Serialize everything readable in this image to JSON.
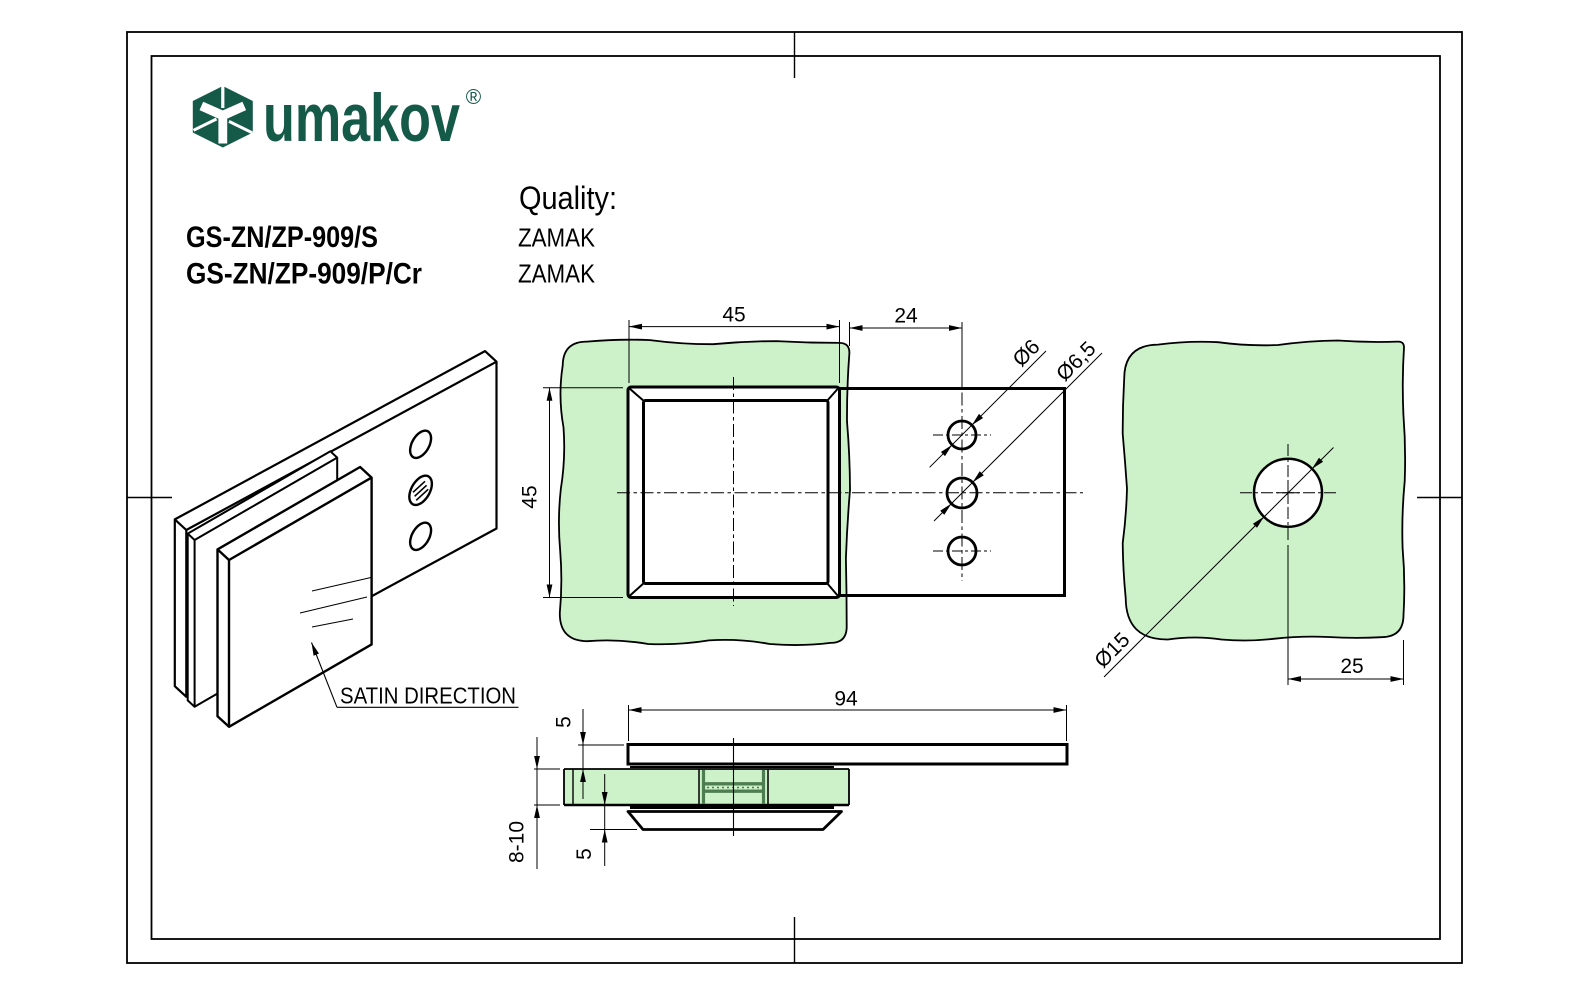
{
  "branding": {
    "logo_text": "umakov",
    "registered_mark": "®",
    "logo_color": "#155948"
  },
  "header": {
    "quality_label": "Quality:",
    "products": [
      {
        "code": "GS-ZN/ZP-909/S",
        "quality": "ZAMAK"
      },
      {
        "code": "GS-ZN/ZP-909/P/Cr",
        "quality": "ZAMAK"
      }
    ]
  },
  "drawing": {
    "colors": {
      "glass_green": "#cdf2c9",
      "detail_green": "#4f7d52",
      "line_color": "#000000"
    },
    "annotations": {
      "satin_direction": "SATIN DIRECTION"
    },
    "dimensions": {
      "front_width": "45",
      "front_height": "45",
      "hole_offset": "24",
      "hole_diameter_front": "Ø6",
      "hole_diameter_back": "Ø6,5",
      "glass_hole_diameter": "Ø15",
      "glass_hole_edge_distance": "25",
      "plate_length": "94",
      "plate_thickness": "5",
      "glass_thickness": "8-10",
      "pad_thickness": "5"
    }
  }
}
